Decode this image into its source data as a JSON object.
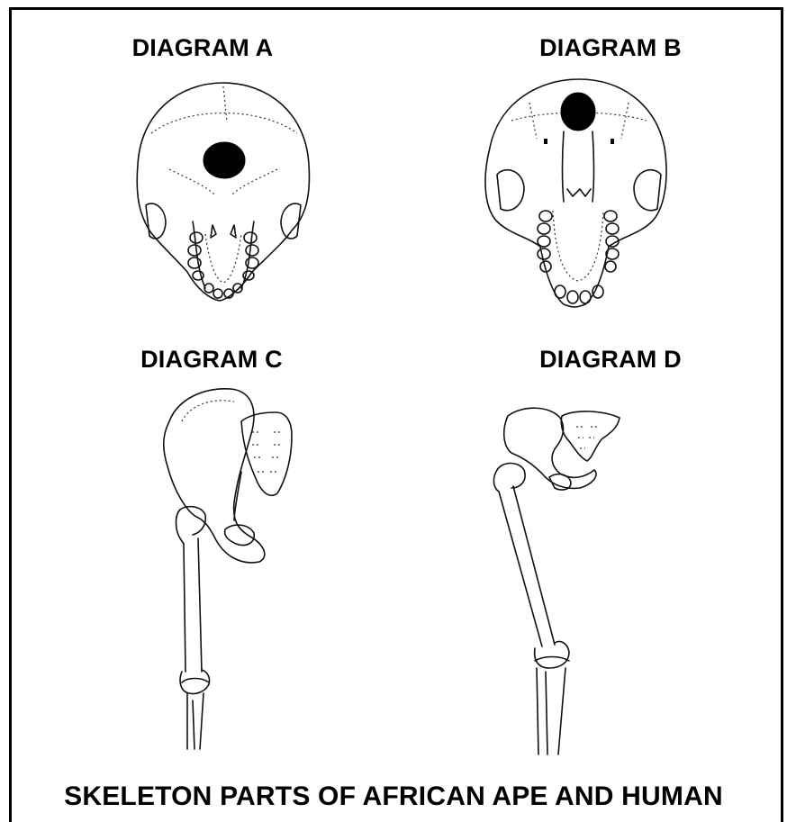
{
  "labels": {
    "diagram_a": "DIAGRAM A",
    "diagram_b": "DIAGRAM B",
    "diagram_c": "DIAGRAM C",
    "diagram_d": "DIAGRAM D"
  },
  "footer": "SKELETON PARTS OF AFRICAN APE AND HUMAN",
  "colors": {
    "ink": "#000000",
    "background": "#ffffff"
  }
}
